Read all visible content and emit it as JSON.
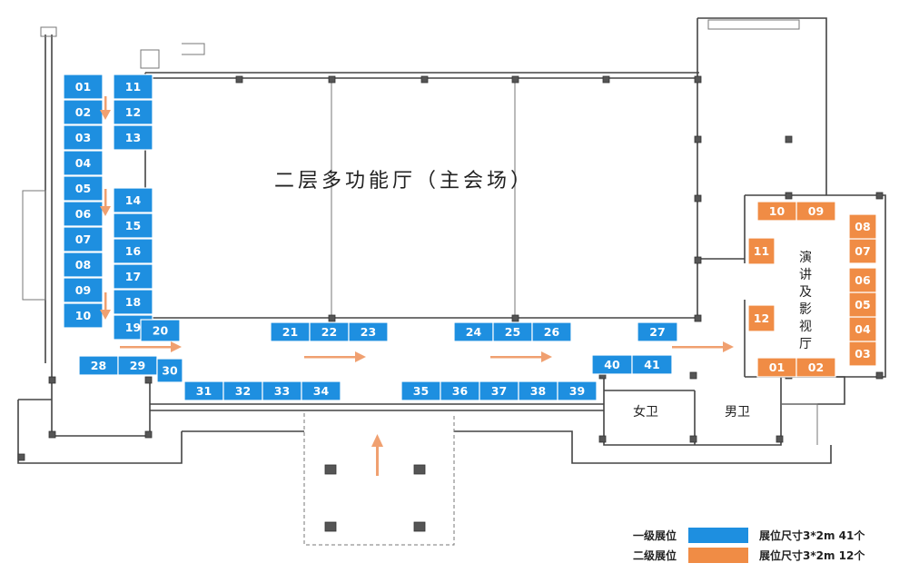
{
  "hall_title": "二层多功能厅（主会场）",
  "lecture_hall_label": [
    "演",
    "讲",
    "及",
    "影",
    "视",
    "厅"
  ],
  "restroom_women": "女卫",
  "restroom_men": "男卫",
  "colors": {
    "tier1": "#1e8fe0",
    "tier2": "#f08c45",
    "arrow": "#f0a070"
  },
  "legend": [
    {
      "tier": "一级展位",
      "spec": "展位尺寸3*2m  41个",
      "color": "#1e8fe0"
    },
    {
      "tier": "二级展位",
      "spec": "展位尺寸3*2m  12个",
      "color": "#f08c45"
    }
  ],
  "booths_tier1": [
    "01",
    "02",
    "03",
    "04",
    "05",
    "06",
    "07",
    "08",
    "09",
    "10",
    "11",
    "12",
    "13",
    "14",
    "15",
    "16",
    "17",
    "18",
    "19",
    "20",
    "21",
    "22",
    "23",
    "24",
    "25",
    "26",
    "27",
    "28",
    "29",
    "30",
    "31",
    "32",
    "33",
    "34",
    "35",
    "36",
    "37",
    "38",
    "39",
    "40",
    "41"
  ],
  "booths_tier2": [
    "01",
    "02",
    "03",
    "04",
    "05",
    "06",
    "07",
    "08",
    "09",
    "10",
    "11",
    "12"
  ]
}
